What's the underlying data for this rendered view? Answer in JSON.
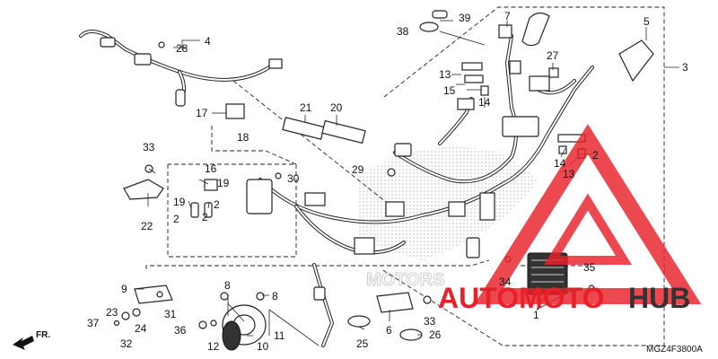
{
  "diagram": {
    "drawing_code": "MGZ4F3800A",
    "direction_label": "FR.",
    "callouts": [
      {
        "id": "c1",
        "label": "1"
      },
      {
        "id": "c2a",
        "label": "2"
      },
      {
        "id": "c2b",
        "label": "2"
      },
      {
        "id": "c3",
        "label": "3"
      },
      {
        "id": "c4",
        "label": "4"
      },
      {
        "id": "c5",
        "label": "5"
      },
      {
        "id": "c6",
        "label": "6"
      },
      {
        "id": "c7",
        "label": "7"
      },
      {
        "id": "c8a",
        "label": "8"
      },
      {
        "id": "c8b",
        "label": "8"
      },
      {
        "id": "c9",
        "label": "9"
      },
      {
        "id": "c10",
        "label": "10"
      },
      {
        "id": "c11",
        "label": "11"
      },
      {
        "id": "c12",
        "label": "12"
      },
      {
        "id": "c13a",
        "label": "13"
      },
      {
        "id": "c13b",
        "label": "13"
      },
      {
        "id": "c14a",
        "label": "14"
      },
      {
        "id": "c14b",
        "label": "14"
      },
      {
        "id": "c15",
        "label": "15"
      },
      {
        "id": "c16",
        "label": "16"
      },
      {
        "id": "c17",
        "label": "17"
      },
      {
        "id": "c18",
        "label": "18"
      },
      {
        "id": "c19a",
        "label": "19"
      },
      {
        "id": "c19b",
        "label": "19"
      },
      {
        "id": "c2c",
        "label": "2"
      },
      {
        "id": "c2d",
        "label": "2"
      },
      {
        "id": "c20",
        "label": "20"
      },
      {
        "id": "c21",
        "label": "21"
      },
      {
        "id": "c22",
        "label": "22"
      },
      {
        "id": "c23",
        "label": "23"
      },
      {
        "id": "c24",
        "label": "24"
      },
      {
        "id": "c25",
        "label": "25"
      },
      {
        "id": "c26",
        "label": "26"
      },
      {
        "id": "c27",
        "label": "27"
      },
      {
        "id": "c28",
        "label": "28"
      },
      {
        "id": "c29",
        "label": "29"
      },
      {
        "id": "c30",
        "label": "30"
      },
      {
        "id": "c31",
        "label": "31"
      },
      {
        "id": "c32",
        "label": "32"
      },
      {
        "id": "c33a",
        "label": "33"
      },
      {
        "id": "c33b",
        "label": "33"
      },
      {
        "id": "c34",
        "label": "34"
      },
      {
        "id": "c35",
        "label": "35"
      },
      {
        "id": "c36",
        "label": "36"
      },
      {
        "id": "c37",
        "label": "37"
      },
      {
        "id": "c38",
        "label": "38"
      },
      {
        "id": "c39",
        "label": "39"
      }
    ]
  },
  "watermark": {
    "brand_part1": "AUTOMOTO",
    "brand_part2": "HUB",
    "behind_text": "MOTORS",
    "red": "#e8202a",
    "dark": "#333333"
  }
}
